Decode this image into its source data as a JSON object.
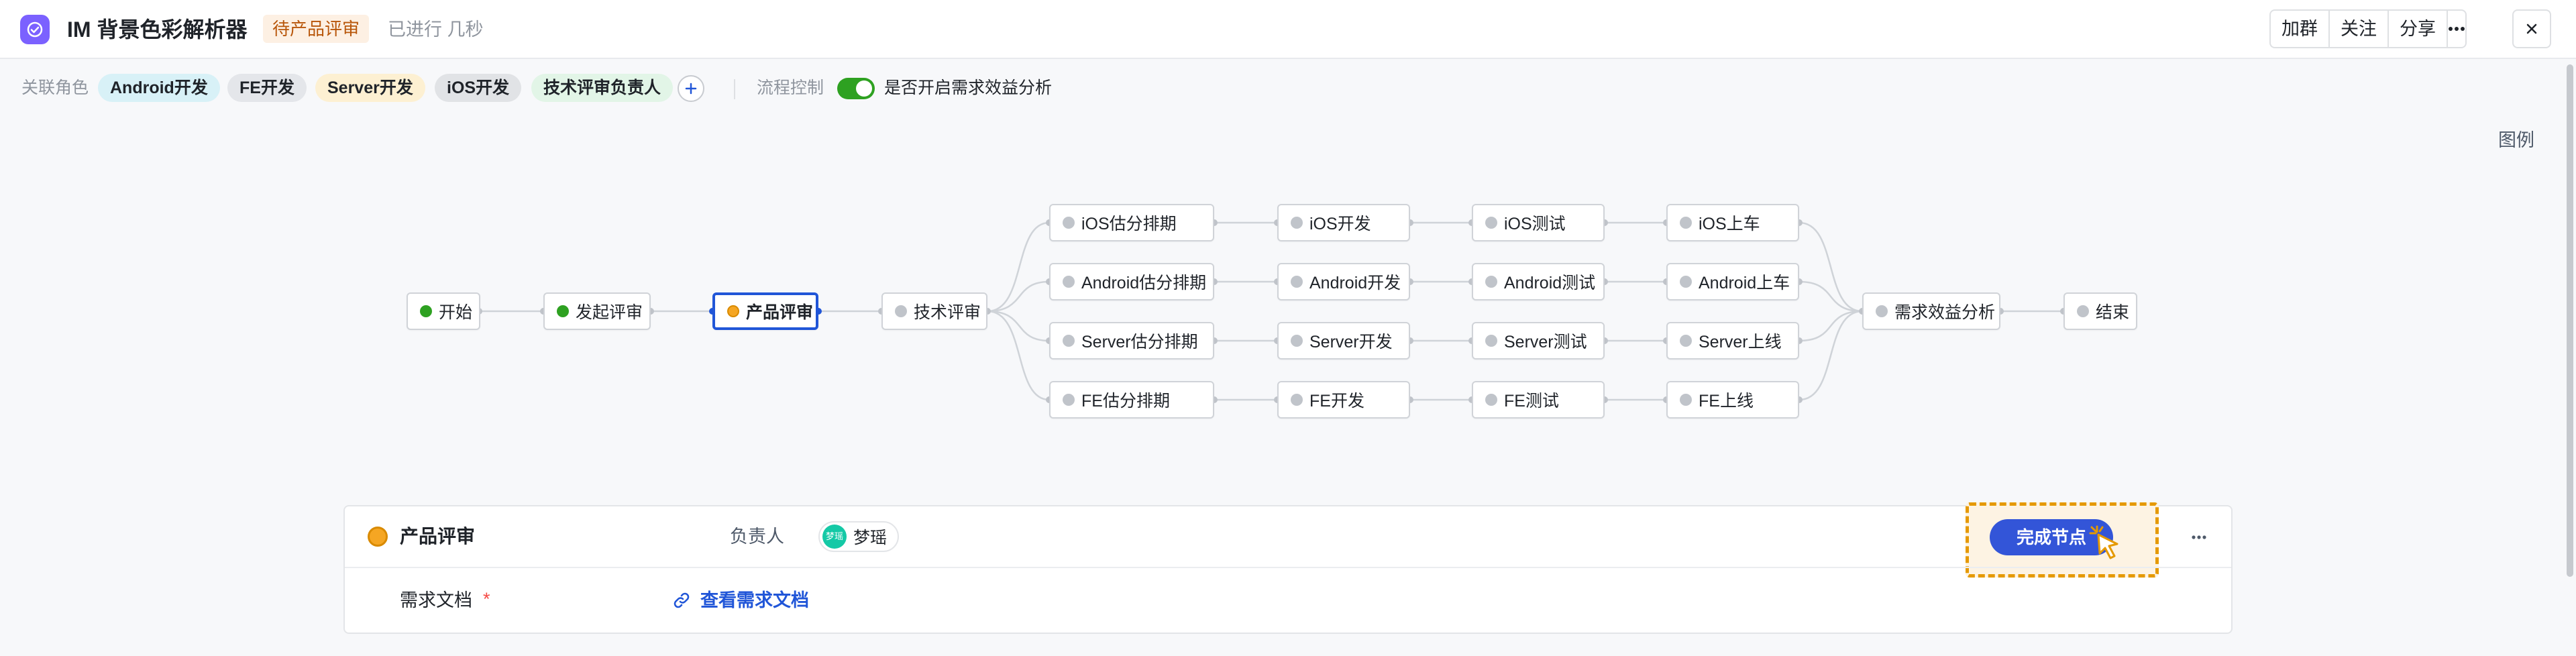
{
  "header": {
    "app_title": "IM 背景色彩解析器",
    "status_tag": "待产品评审",
    "elapsed": "已进行 几秒",
    "buttons": {
      "join_group": "加群",
      "follow": "关注",
      "share": "分享"
    }
  },
  "filter_bar": {
    "roles_label": "关联角色",
    "roles": [
      "Android开发",
      "FE开发",
      "Server开发",
      "iOS开发",
      "技术评审负责人"
    ],
    "process_label": "流程控制",
    "toggle_label": "是否开启需求效益分析",
    "toggle_on": true
  },
  "legend_label": "图例",
  "workflow": {
    "start": "开始",
    "initiate_review": "发起评审",
    "product_review": "产品评审",
    "tech_review": "技术评审",
    "ios_row": [
      "iOS估分排期",
      "iOS开发",
      "iOS测试",
      "iOS上车"
    ],
    "android_row": [
      "Android估分排期",
      "Android开发",
      "Android测试",
      "Android上车"
    ],
    "server_row": [
      "Server估分排期",
      "Server开发",
      "Server测试",
      "Server上线"
    ],
    "fe_row": [
      "FE估分排期",
      "FE开发",
      "FE测试",
      "FE上线"
    ],
    "benefit_analysis": "需求效益分析",
    "end": "结束"
  },
  "panel": {
    "node_title": "产品评审",
    "owner_label": "负责人",
    "owner_avatar": "梦瑶",
    "owner_name": "梦瑶",
    "complete_button": "完成节点",
    "doc_label": "需求文档",
    "required_mark": "*",
    "doc_link": "查看需求文档"
  },
  "colors": {
    "accent_blue": "#2156d8",
    "status_orange": "#f5a623",
    "success_green": "#2ea121",
    "highlight_orange": "#e59900"
  }
}
